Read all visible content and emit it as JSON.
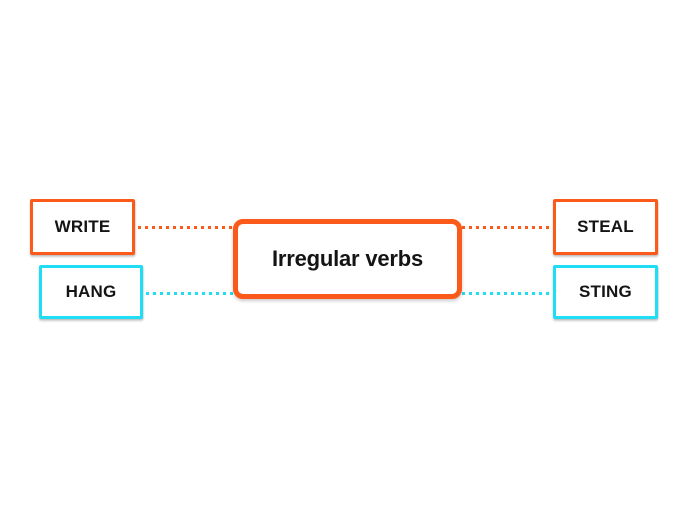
{
  "mindmap": {
    "colors": {
      "orange": "#FB5A1A",
      "cyan": "#1EDDF5"
    },
    "center": {
      "label": "Irregular verbs"
    },
    "topics": [
      {
        "label": "WRITE",
        "color": "orange",
        "position": "top-left"
      },
      {
        "label": "HANG",
        "color": "cyan",
        "position": "bottom-left"
      },
      {
        "label": "STEAL",
        "color": "orange",
        "position": "top-right"
      },
      {
        "label": "STING",
        "color": "cyan",
        "position": "bottom-right"
      }
    ],
    "edges": [
      {
        "from": "WRITE",
        "to": "Irregular verbs",
        "style": "dotted",
        "color": "orange"
      },
      {
        "from": "HANG",
        "to": "Irregular verbs",
        "style": "dotted",
        "color": "cyan"
      },
      {
        "from": "STEAL",
        "to": "Irregular verbs",
        "style": "dotted",
        "color": "orange"
      },
      {
        "from": "STING",
        "to": "Irregular verbs",
        "style": "dotted",
        "color": "cyan"
      }
    ]
  }
}
